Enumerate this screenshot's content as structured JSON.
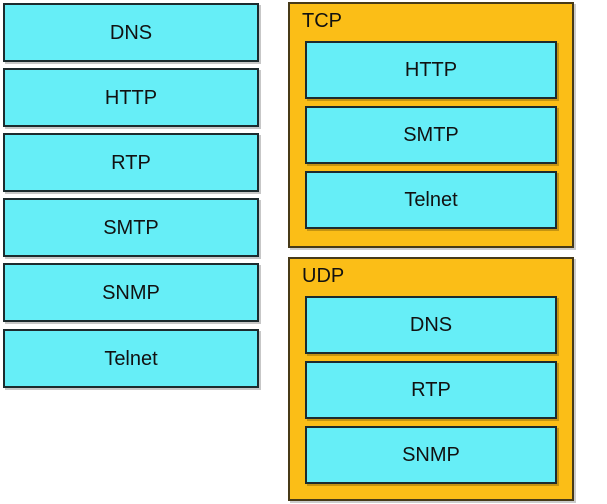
{
  "exercise": {
    "kind": "drag-and-drop protocol sorting",
    "source_column": {
      "items": [
        {
          "label": "DNS"
        },
        {
          "label": "HTTP"
        },
        {
          "label": "RTP"
        },
        {
          "label": "SMTP"
        },
        {
          "label": "SNMP"
        },
        {
          "label": "Telnet"
        }
      ]
    },
    "groups": [
      {
        "title": "TCP",
        "items": [
          {
            "label": "HTTP"
          },
          {
            "label": "SMTP"
          },
          {
            "label": "Telnet"
          }
        ]
      },
      {
        "title": "UDP",
        "items": [
          {
            "label": "DNS"
          },
          {
            "label": "RTP"
          },
          {
            "label": "SNMP"
          }
        ]
      }
    ]
  },
  "colors": {
    "tile_fill": "#66EEF7",
    "tile_border": "#1c2b2e",
    "group_fill": "#FBBE17",
    "group_border": "#473a18",
    "text": "#111111",
    "background": "#ffffff"
  }
}
